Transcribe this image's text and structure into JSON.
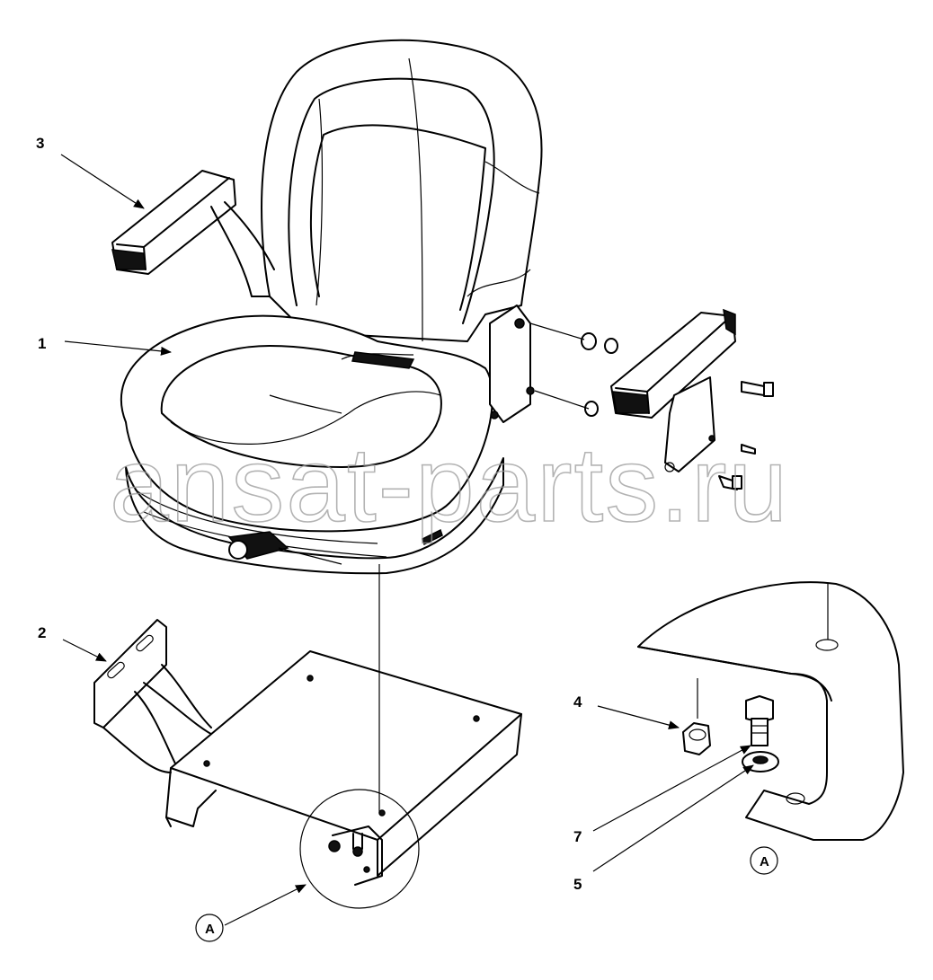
{
  "watermark": "ansat-parts.ru",
  "callouts": {
    "c1": "1",
    "c2": "2",
    "c3": "3",
    "c4": "4",
    "c5": "5",
    "c7": "7"
  },
  "detail_marker": "A",
  "detail_marker_view": "A"
}
